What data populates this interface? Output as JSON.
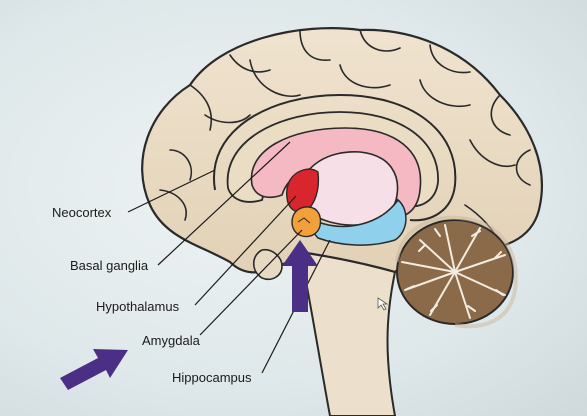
{
  "labels": {
    "neocortex": "Neocortex",
    "basal_ganglia": "Basal ganglia",
    "hypothalamus": "Hypothalamus",
    "amygdala": "Amygdala",
    "hippocampus": "Hippocampus"
  },
  "colors": {
    "cortex": "#e8d9c2",
    "outline": "#2a2a2a",
    "basal_ganglia": "#f4b9c2",
    "thalamus_inner": "#f6dfe6",
    "hypothalamus": "#d9262e",
    "amygdala": "#f2a03a",
    "hippocampus": "#8fd0ec",
    "cerebellum": "#8b6a4a",
    "arrow": "#4b2f86"
  }
}
